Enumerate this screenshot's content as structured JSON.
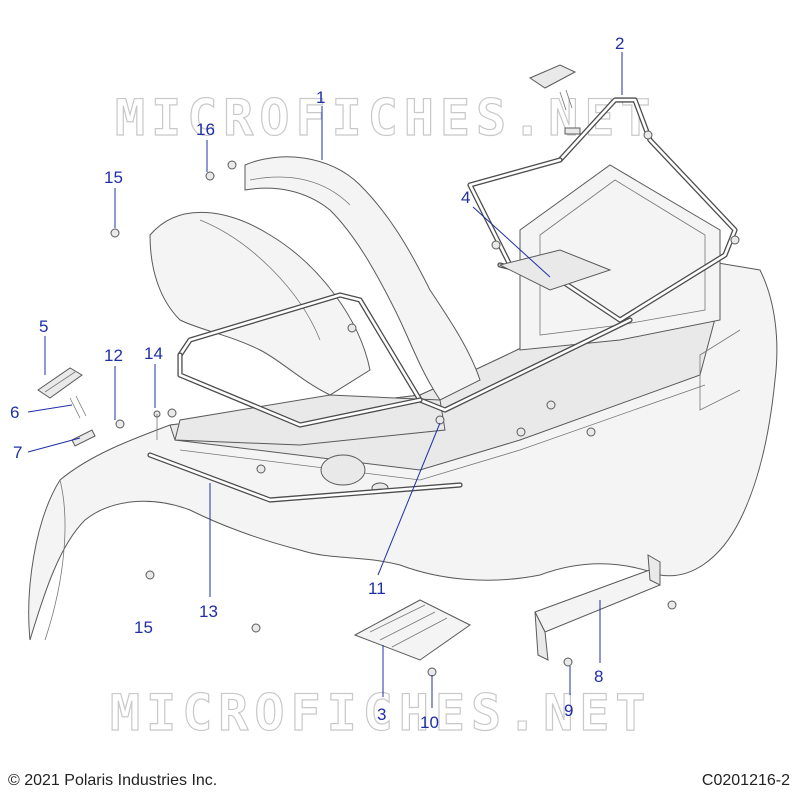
{
  "watermark": "MICROFICHES.NET",
  "copyright": "© 2021 Polaris Industries Inc.",
  "figure_id": "C0201216-2",
  "callouts": [
    "1",
    "2",
    "3",
    "4",
    "5",
    "6",
    "7",
    "8",
    "9",
    "10",
    "11",
    "12",
    "13",
    "14",
    "15",
    "15",
    "16"
  ]
}
